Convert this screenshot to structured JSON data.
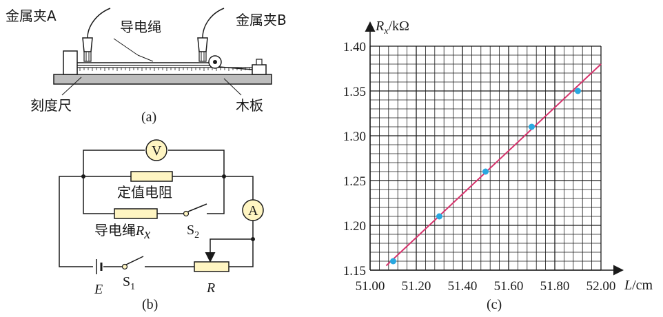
{
  "panel_a": {
    "clip_a": "金属夹A",
    "clip_b": "金属夹B",
    "rope": "导电绳",
    "ruler": "刻度尺",
    "board": "木板",
    "caption": "(a)"
  },
  "panel_b": {
    "voltmeter": "V",
    "ammeter": "A",
    "fixed_resistor": "定值电阻",
    "rope_resistor": "导电绳",
    "rope_symbol": "R",
    "rope_sub": "x",
    "switch2": "S",
    "switch2_sub": "2",
    "switch1": "S",
    "switch1_sub": "1",
    "battery": "E",
    "rheostat": "R",
    "caption": "(b)"
  },
  "panel_c": {
    "caption": "(c)",
    "colors": {
      "line": "#d6336c",
      "points": "#29a8e0",
      "grid": "#1a1a1a"
    }
  },
  "chart_data": {
    "type": "scatter",
    "x_label_symbol": "L",
    "x_label_unit": "/cm",
    "y_label_symbol": "R",
    "y_label_sub": "x",
    "y_label_unit": "/kΩ",
    "x_ticks": [
      "51.00",
      "51.20",
      "51.40",
      "51.60",
      "51.80",
      "52.00"
    ],
    "y_ticks": [
      "1.15",
      "1.20",
      "1.25",
      "1.30",
      "1.35",
      "1.40"
    ],
    "xlim": [
      51.0,
      52.0
    ],
    "ylim": [
      1.15,
      1.4
    ],
    "grid": true,
    "points": [
      {
        "x": 51.1,
        "y": 1.16
      },
      {
        "x": 51.3,
        "y": 1.21
      },
      {
        "x": 51.5,
        "y": 1.26
      },
      {
        "x": 51.7,
        "y": 1.31
      },
      {
        "x": 51.9,
        "y": 1.35
      }
    ],
    "fit_line": {
      "x1": 51.07,
      "y1": 1.155,
      "x2": 52.0,
      "y2": 1.38
    }
  }
}
